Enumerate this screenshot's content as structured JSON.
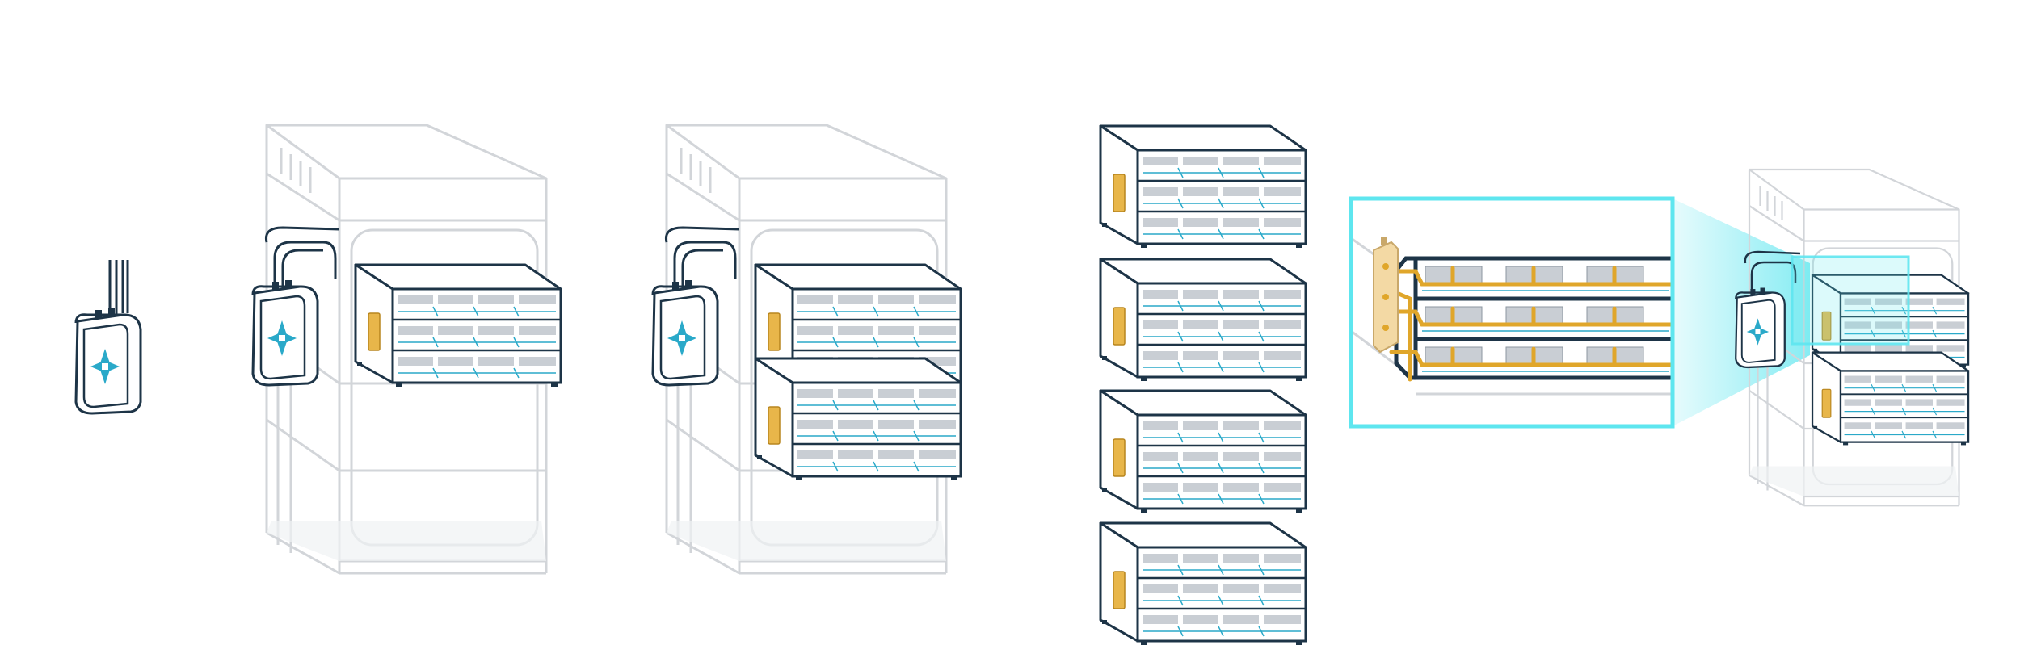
{
  "title": "",
  "colors": {
    "outline": "#1d3447",
    "faded": "#d2d5d9",
    "accent": "#2aa9c9",
    "highlight": "#5ee6ef",
    "pipe": "#e0a62a",
    "manifold": "#f3d9a4",
    "bay": "#c9ced4"
  },
  "steps": [
    {
      "name": "standalone-cooling-unit",
      "server_count": 0
    },
    {
      "name": "rack-with-one-server",
      "server_count": 1
    },
    {
      "name": "rack-with-two-servers",
      "server_count": 2
    },
    {
      "name": "server-stack",
      "server_count": 4
    },
    {
      "name": "magnified-manifold-view",
      "server_count": 3
    },
    {
      "name": "small-rack-reference",
      "server_count": 2
    }
  ],
  "icons": [
    "cooling-unit-icon",
    "server-icon",
    "rack-icon",
    "magnifier-callout-icon",
    "manifold-icon"
  ]
}
